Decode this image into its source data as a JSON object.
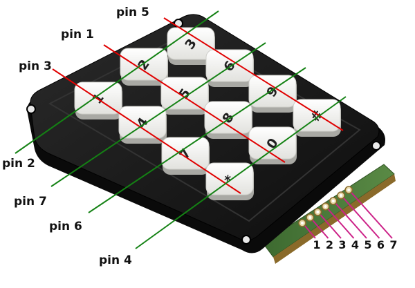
{
  "labels": {
    "pin1": "pin 1",
    "pin2": "pin 2",
    "pin3": "pin 3",
    "pin4": "pin 4",
    "pin5": "pin 5",
    "pin6": "pin 6",
    "pin7": "pin 7"
  },
  "header_numbers": [
    "1",
    "2",
    "3",
    "4",
    "5",
    "6",
    "7"
  ],
  "keys": [
    {
      "id": "key-1",
      "label": "1"
    },
    {
      "id": "key-2",
      "label": "2"
    },
    {
      "id": "key-3",
      "label": "3"
    },
    {
      "id": "key-4",
      "label": "4"
    },
    {
      "id": "key-5",
      "label": "5"
    },
    {
      "id": "key-6",
      "label": "6"
    },
    {
      "id": "key-7",
      "label": "7"
    },
    {
      "id": "key-8",
      "label": "8"
    },
    {
      "id": "key-9",
      "label": "9"
    },
    {
      "id": "key-star",
      "label": "*"
    },
    {
      "id": "key-0",
      "label": "0"
    },
    {
      "id": "key-hash",
      "label": "#"
    }
  ],
  "colors": {
    "row_line": "#e00000",
    "column_line": "#148214",
    "header_leader": "#cc2288",
    "keypad_body": "#1a1a1a",
    "pcb": "#4a7a3a",
    "key_face": "#f4f4f1"
  }
}
